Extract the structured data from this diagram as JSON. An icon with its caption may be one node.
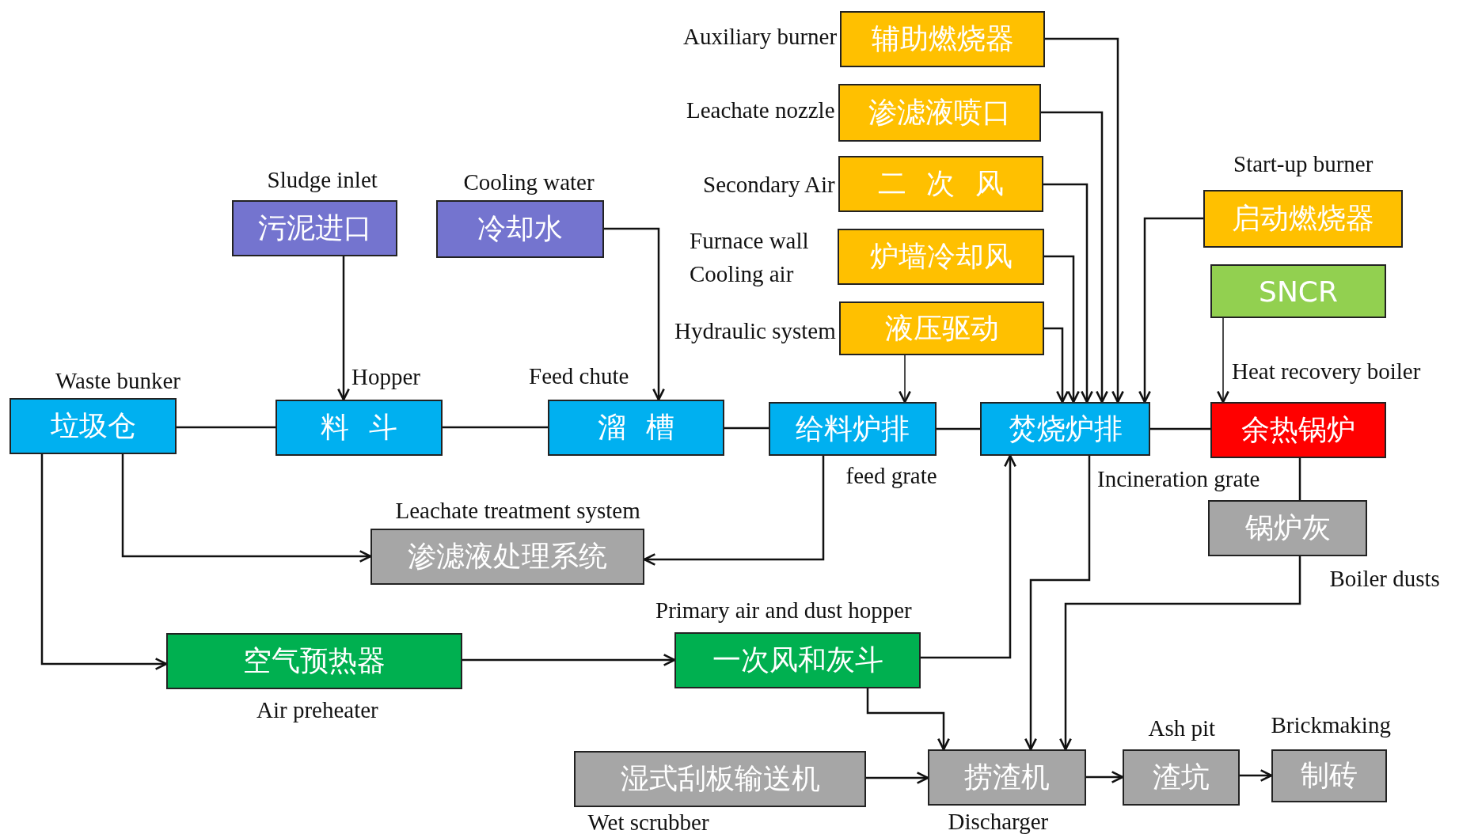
{
  "diagram": {
    "nodes": [
      {
        "text": [
          "垃圾仓"
        ],
        "beside": [
          "Waste bunker"
        ]
      },
      {
        "text": [
          "料 斗"
        ],
        "beside": [
          "Hopper"
        ]
      },
      {
        "text": [
          "溜 槽"
        ],
        "beside": [
          "Feed chute"
        ]
      },
      {
        "text": [
          "给料炉排"
        ],
        "beside": [
          "feed grate"
        ]
      },
      {
        "text": [
          "焚烧炉排"
        ],
        "beside": [
          "Incineration grate"
        ]
      },
      {
        "text": [
          "余热锅炉"
        ],
        "beside": [
          "Heat recovery boiler"
        ]
      },
      {
        "text": [
          "污泥进口"
        ],
        "beside": [
          "Sludge inlet"
        ]
      },
      {
        "text": [
          "冷却水"
        ],
        "beside": [
          "Cooling water"
        ]
      },
      {
        "text": [
          "辅助燃烧器"
        ],
        "beside": [
          "Auxiliary burner"
        ]
      },
      {
        "text": [
          "渗滤液喷口"
        ],
        "beside": [
          "Leachate nozzle"
        ]
      },
      {
        "text": [
          "二 次 风"
        ],
        "beside": [
          "Secondary Air"
        ]
      },
      {
        "text": [
          "炉墙冷却风"
        ],
        "beside": [
          "Furnace wall Cooling air"
        ]
      },
      {
        "text": [
          "液压驱动"
        ],
        "beside": [
          "Hydraulic system"
        ]
      },
      {
        "text": [
          "启动燃烧器"
        ],
        "beside": [
          "Start-up burner"
        ]
      },
      {
        "text": [
          "SNCR"
        ]
      },
      {
        "text": [
          "锅炉灰"
        ],
        "beside": [
          "Boiler dusts"
        ]
      },
      {
        "text": [
          "渗滤液处理系统"
        ],
        "beside": [
          "Leachate treatment system"
        ]
      },
      {
        "text": [
          "空气预热器"
        ],
        "beside": [
          "Air preheater"
        ]
      },
      {
        "text": [
          "一次风和灰斗"
        ],
        "beside": [
          "Primary air and dust hopper"
        ]
      },
      {
        "text": [
          "湿式刮板输送机"
        ],
        "beside": [
          "Wet scrubber"
        ]
      },
      {
        "text": [
          "捞渣机"
        ],
        "beside": [
          "Discharger"
        ]
      },
      {
        "text": [
          "渣坑"
        ],
        "beside": [
          "Ash pit"
        ]
      },
      {
        "text": [
          "制砖"
        ],
        "beside": [
          "Brickmaking"
        ]
      }
    ],
    "edges": [
      {
        "from": 0,
        "to": 1,
        "arrow": "none"
      },
      {
        "from": 1,
        "to": 2,
        "arrow": "none"
      },
      {
        "from": 2,
        "to": 3,
        "arrow": "none"
      },
      {
        "from": 3,
        "to": 4,
        "arrow": "none"
      },
      {
        "from": 4,
        "to": 5,
        "arrow": "none"
      },
      {
        "from": 6,
        "to": 1,
        "arrow": "to"
      },
      {
        "from": 7,
        "to": 2,
        "arrow": "to"
      },
      {
        "from": 8,
        "to": 4,
        "arrow": "to"
      },
      {
        "from": 9,
        "to": 4,
        "arrow": "to"
      },
      {
        "from": 10,
        "to": 4,
        "arrow": "to"
      },
      {
        "from": 11,
        "to": 4,
        "arrow": "to"
      },
      {
        "from": 12,
        "to": 4,
        "arrow": "to"
      },
      {
        "from": 12,
        "to": 3,
        "arrow": "to"
      },
      {
        "from": 13,
        "to": 4,
        "arrow": "to"
      },
      {
        "from": 14,
        "to": 5,
        "arrow": "to"
      },
      {
        "from": 5,
        "to": 15,
        "arrow": "none"
      },
      {
        "from": 15,
        "to": 20,
        "arrow": "to"
      },
      {
        "from": 4,
        "to": 20,
        "arrow": "to"
      },
      {
        "from": 0,
        "to": 16,
        "arrow": "to"
      },
      {
        "from": 3,
        "to": 16,
        "arrow": "to"
      },
      {
        "from": 0,
        "to": 17,
        "arrow": "to"
      },
      {
        "from": 17,
        "to": 18,
        "arrow": "to"
      },
      {
        "from": 18,
        "to": 4,
        "arrow": "to"
      },
      {
        "from": 18,
        "to": 20,
        "arrow": "to"
      },
      {
        "from": 19,
        "to": 20,
        "arrow": "to"
      },
      {
        "from": 20,
        "to": 21,
        "arrow": "to"
      },
      {
        "from": 21,
        "to": 22,
        "arrow": "to"
      }
    ]
  }
}
